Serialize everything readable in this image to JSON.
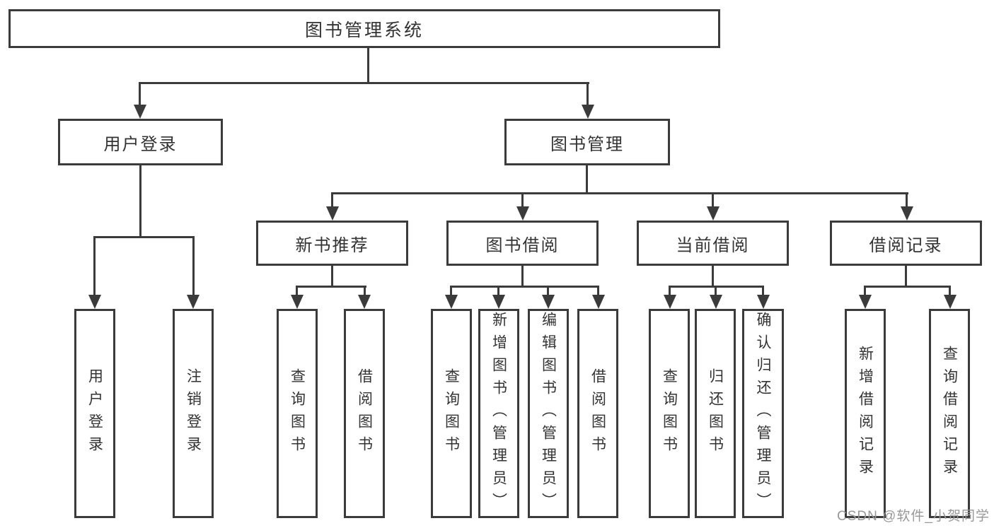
{
  "tree": {
    "root": "图书管理系统",
    "children": [
      {
        "label": "用户登录",
        "children": [
          "用户登录",
          "注销登录"
        ]
      },
      {
        "label": "图书管理",
        "children": [
          {
            "label": "新书推荐",
            "children": [
              "查询图书",
              "借阅图书"
            ]
          },
          {
            "label": "图书借阅",
            "children": [
              "查询图书",
              "新增图书（管理员）",
              "编辑图书（管理员）",
              "借阅图书"
            ]
          },
          {
            "label": "当前借阅",
            "children": [
              "查询图书",
              "归还图书",
              "确认归还（管理员）"
            ]
          },
          {
            "label": "借阅记录",
            "children": [
              "新增借阅记录",
              "查询借阅记录"
            ]
          }
        ]
      }
    ]
  },
  "watermark": "CSDN @软件_小贺同学",
  "colors": {
    "line": "#3b3b3b",
    "text": "#333333",
    "watermark": "#989898",
    "background": "#ffffff"
  }
}
